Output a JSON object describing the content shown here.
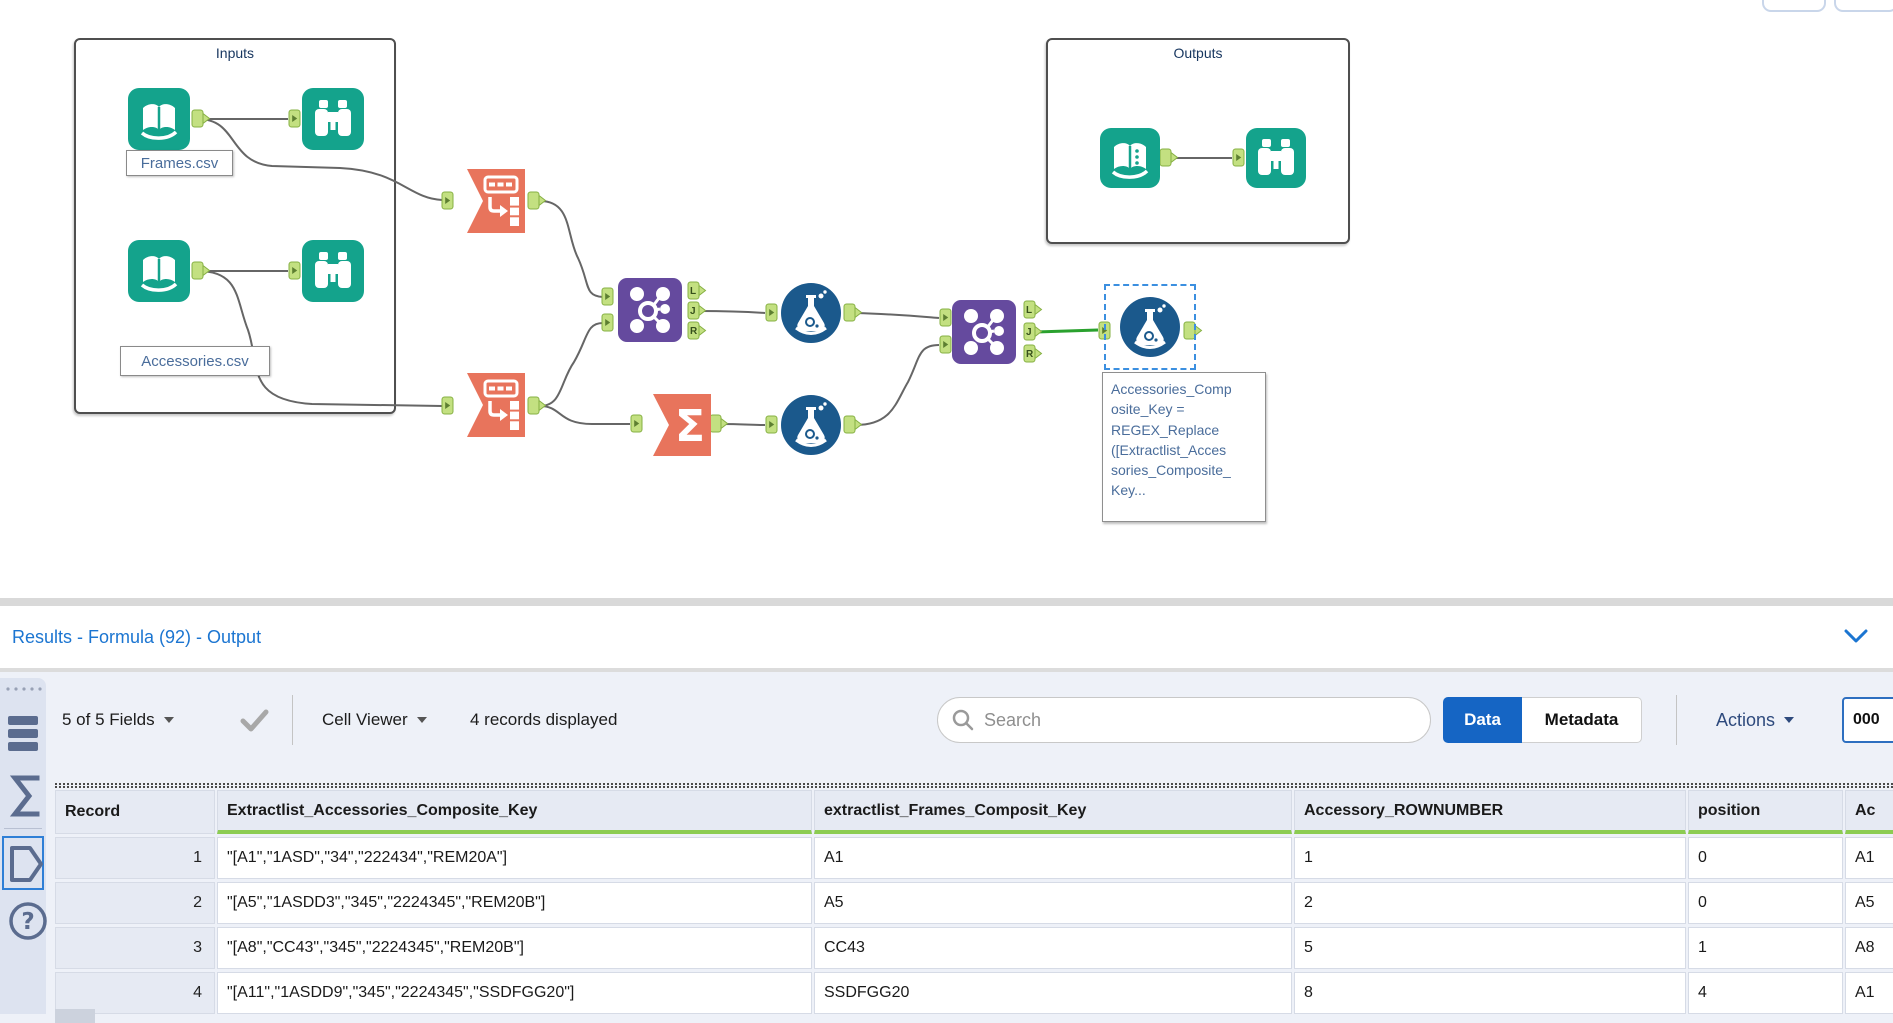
{
  "colors": {
    "tool_teal": "#14a38c",
    "tool_orange": "#e8745c",
    "tool_purple": "#654a9e",
    "tool_blue": "#1b598c",
    "anchor_green": "#c3e081",
    "selected_connection_green": "#2aa12e",
    "title_blue": "#1b75d1",
    "data_button_blue": "#1565c4",
    "header_underline_green": "#8ccc52"
  },
  "canvas": {
    "inputs_label": "Inputs",
    "outputs_label": "Outputs",
    "frames_label": "Frames.csv",
    "accessories_label": "Accessories.csv",
    "annotation": "Accessories_Comp\nosite_Key =\nREGEX_Replace\n([Extractlist_Acces\nsories_Composite_\nKey...",
    "join_out_letters": [
      "L",
      "J",
      "R"
    ]
  },
  "icons": {
    "summarize_glyph": "Σ",
    "help_glyph": "?"
  },
  "results": {
    "title": "Results - Formula (92) - Output",
    "toolbar": {
      "fields_summary": "5 of 5 Fields",
      "cell_viewer": "Cell Viewer",
      "records_displayed": "4 records displayed",
      "search_placeholder": "Search",
      "data_tab": "Data",
      "metadata_tab": "Metadata",
      "actions": "Actions",
      "page_box": "000"
    },
    "table": {
      "columns": [
        "Record",
        "Extractlist_Accessories_Composite_Key",
        "extractlist_Frames_Composit_Key",
        "Accessory_ROWNUMBER",
        "position",
        "Ac"
      ],
      "rows": [
        [
          "1",
          "\"[A1\",\"1ASD\",\"34\",\"222434\",\"REM20A\"]",
          "A1",
          "1",
          "0",
          "A1"
        ],
        [
          "2",
          "\"[A5\",\"1ASDD3\",\"345\",\"2224345\",\"REM20B\"]",
          "A5",
          "2",
          "0",
          "A5"
        ],
        [
          "3",
          "\"[A8\",\"CC43\",\"345\",\"2224345\",\"REM20B\"]",
          "CC43",
          "5",
          "1",
          "A8"
        ],
        [
          "4",
          "\"[A11\",\"1ASDD9\",\"345\",\"2224345\",\"SSDFGG20\"]",
          "SSDFGG20",
          "8",
          "4",
          "A1"
        ]
      ]
    }
  }
}
